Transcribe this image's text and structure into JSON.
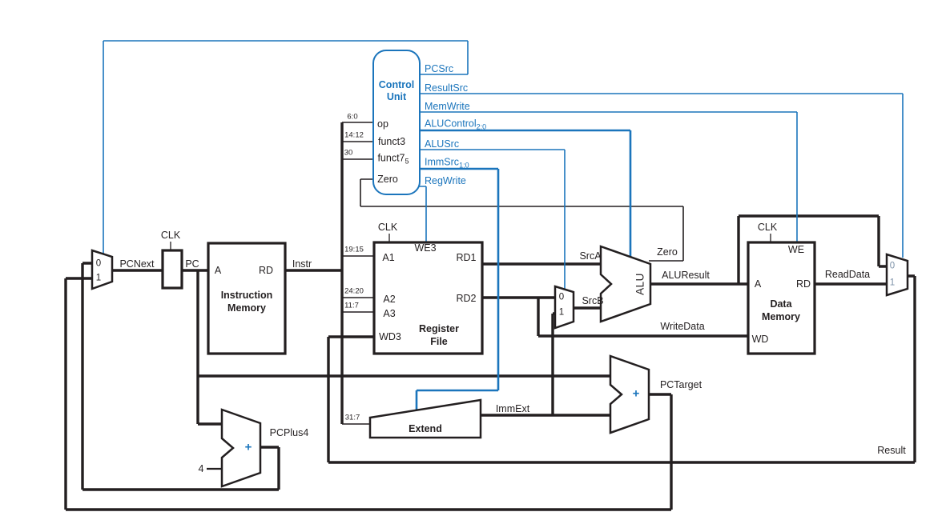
{
  "colors": {
    "accent": "#1b75bc",
    "wire": "#231f20",
    "result_mux_ports": "#7d92a8"
  },
  "control_unit": {
    "title": [
      "Control",
      "Unit"
    ],
    "inputs": [
      {
        "bits": "6:0",
        "label": "op"
      },
      {
        "bits": "14:12",
        "label": "funct3"
      },
      {
        "bits": "30",
        "label": "funct7",
        "sub": "5"
      },
      {
        "label": "Zero"
      }
    ],
    "outputs": [
      {
        "label": "PCSrc"
      },
      {
        "label": "ResultSrc"
      },
      {
        "label": "MemWrite"
      },
      {
        "label": "ALUControl",
        "sub": "2:0"
      },
      {
        "label": "ALUSrc"
      },
      {
        "label": "ImmSrc",
        "sub": "1:0"
      },
      {
        "label": "RegWrite"
      }
    ]
  },
  "blocks": {
    "pc_register": {
      "clk": "CLK"
    },
    "instruction_memory": {
      "name": [
        "Instruction",
        "Memory"
      ],
      "ports": {
        "a": "A",
        "rd": "RD"
      }
    },
    "register_file": {
      "name": [
        "Register",
        "File"
      ],
      "clk": "CLK",
      "ports": {
        "a1": "A1",
        "we3": "WE3",
        "rd1": "RD1",
        "a2": "A2",
        "rd2": "RD2",
        "a3": "A3",
        "wd3": "WD3"
      },
      "bit_slices": {
        "a1": "19:15",
        "a2": "24:20",
        "a3": "11:7"
      }
    },
    "extend": {
      "name": "Extend",
      "bit_slice": "31:7"
    },
    "alu": {
      "name": "ALU"
    },
    "data_memory": {
      "name": [
        "Data",
        "Memory"
      ],
      "clk": "CLK",
      "ports": {
        "we": "WE",
        "a": "A",
        "rd": "RD",
        "wd": "WD"
      }
    },
    "pcplus4_adder": {
      "symbol": "+",
      "constant": "4"
    },
    "pctarget_adder": {
      "symbol": "+"
    }
  },
  "muxes": {
    "pcnext": {
      "port0": "0",
      "port1": "1"
    },
    "srcb": {
      "port0": "0",
      "port1": "1"
    },
    "result": {
      "port0": "0",
      "port1": "1"
    }
  },
  "signals": {
    "pcnext": "PCNext",
    "pc": "PC",
    "instr": "Instr",
    "srca": "SrcA",
    "srcb": "SrcB",
    "zero": "Zero",
    "alu_result": "ALUResult",
    "write_data": "WriteData",
    "read_data": "ReadData",
    "imm_ext": "ImmExt",
    "pc_target": "PCTarget",
    "pc_plus4": "PCPlus4",
    "result": "Result"
  }
}
